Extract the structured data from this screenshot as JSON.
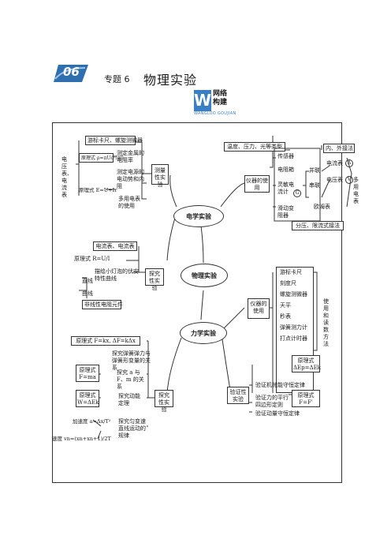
{
  "header": {
    "chapter_number": "06",
    "chapter_label": "专题 6",
    "chapter_title": "物理实验",
    "logo_letter": "W",
    "logo_line1": "网络",
    "logo_line2": "构建",
    "logo_sub": "WANGLUO GOUJIAN"
  },
  "center": "物理实验",
  "electric": {
    "hub": "电学实验",
    "measure": {
      "label": "测量性实验",
      "tools": "游标卡尺、螺旋测微器",
      "principle_rho": "原理式 ρ=πUd²/4Il",
      "item_resistivity": "测定金属的电阻率",
      "item_emf": "测定电源的电动势和内阻",
      "principle_emf": "原理式 E=U+Ir",
      "item_multimeter": "多用电表的使用",
      "side_meters": "电压表、电流表"
    },
    "instruments": {
      "label": "仪器的使用",
      "sensor": "传感器",
      "sensor_types": "温度、压力、光等类型",
      "resistor_box": "电阻箱",
      "galvanometer": "灵敏电流计",
      "galv_symbol": "G",
      "rheostat": "滑动变阻器",
      "parallel": "并联",
      "series": "串联",
      "ammeter": "电流表",
      "ammeter_symbol": "A",
      "voltmeter": "电压表",
      "voltmeter_symbol": "V",
      "ohmmeter": "欧姆表",
      "inner_outer": "内、外接法",
      "multimeter": "多用电表",
      "divider": "分压、限流式接法"
    },
    "explore": {
      "label": "探究性实验",
      "meters": "电流表、电流表",
      "principle": "原理式 R=U/I",
      "item_bulb": "描绘小灯泡的伏安特性曲线",
      "line": "直线",
      "curve": "曲线",
      "nonlinear": "非线性电阻元件"
    }
  },
  "mechanics": {
    "hub": "力学实验",
    "instruments": {
      "label": "仪器的使用",
      "items": [
        "游标卡尺",
        "刻度尺",
        "螺旋测微器",
        "天平",
        "秒表",
        "弹簧测力计",
        "打点计时器"
      ],
      "method": "使用和读数方法"
    },
    "explore": {
      "label": "探究性实验",
      "principle_hooke": "原理式 F=kx, ΔF=kΔx",
      "item_spring": "探究弹簧弹力与弹簧形变量的关系",
      "principle_newton": "原理式 F=ma",
      "item_newton": "探究 a 与 F、m 的关系",
      "principle_work": "原理式 W=ΔEk",
      "item_work": "探究动能定理",
      "accel": "加速度 a=Δx/T²",
      "speed": "速度 vn=(xn+xn+1)/2T",
      "item_motion": "探究匀变速直线运动的规律"
    },
    "verify": {
      "label": "验证性实验",
      "principle_energy": "原理式 ΔEp=ΔEk",
      "item_energy": "验证机械能守恒定律",
      "principle_force": "原理式 F=F'",
      "item_force": "验证力的平行四边形定则",
      "item_momentum": "验证动量守恒定律"
    }
  }
}
